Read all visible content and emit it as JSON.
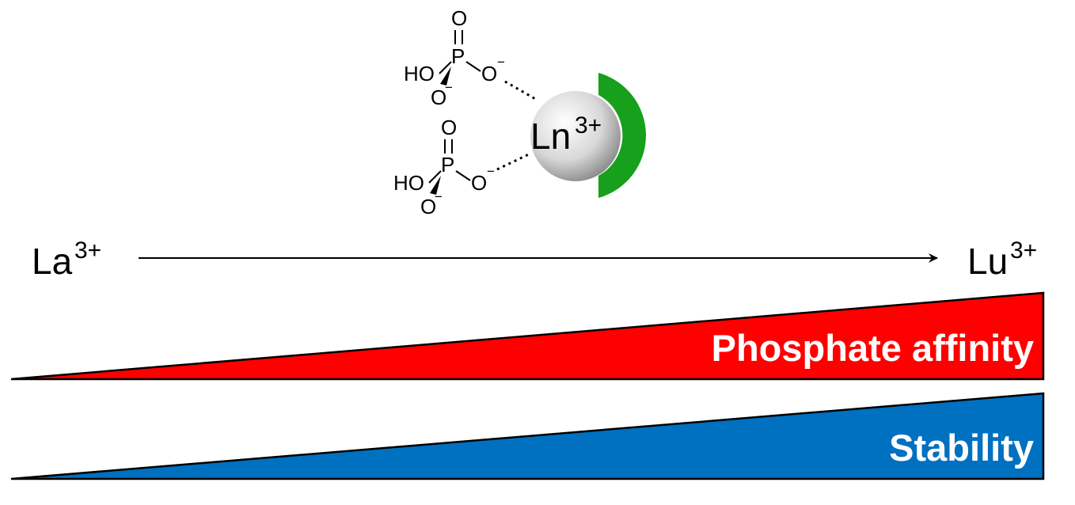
{
  "phosphate": {
    "atom_O": "O",
    "atom_P": "P",
    "atom_HO": "HO",
    "charge_minus": "−"
  },
  "metal": {
    "symbol": "Ln",
    "charge": "3+"
  },
  "series": {
    "start": {
      "symbol": "La",
      "charge": "3+"
    },
    "end": {
      "symbol": "Lu",
      "charge": "3+"
    }
  },
  "trends": [
    {
      "label": "Phosphate affinity",
      "color": "#ff0000"
    },
    {
      "label": "Stability",
      "color": "#0070c0"
    }
  ],
  "colors": {
    "binding_arc": "#16a01c"
  }
}
